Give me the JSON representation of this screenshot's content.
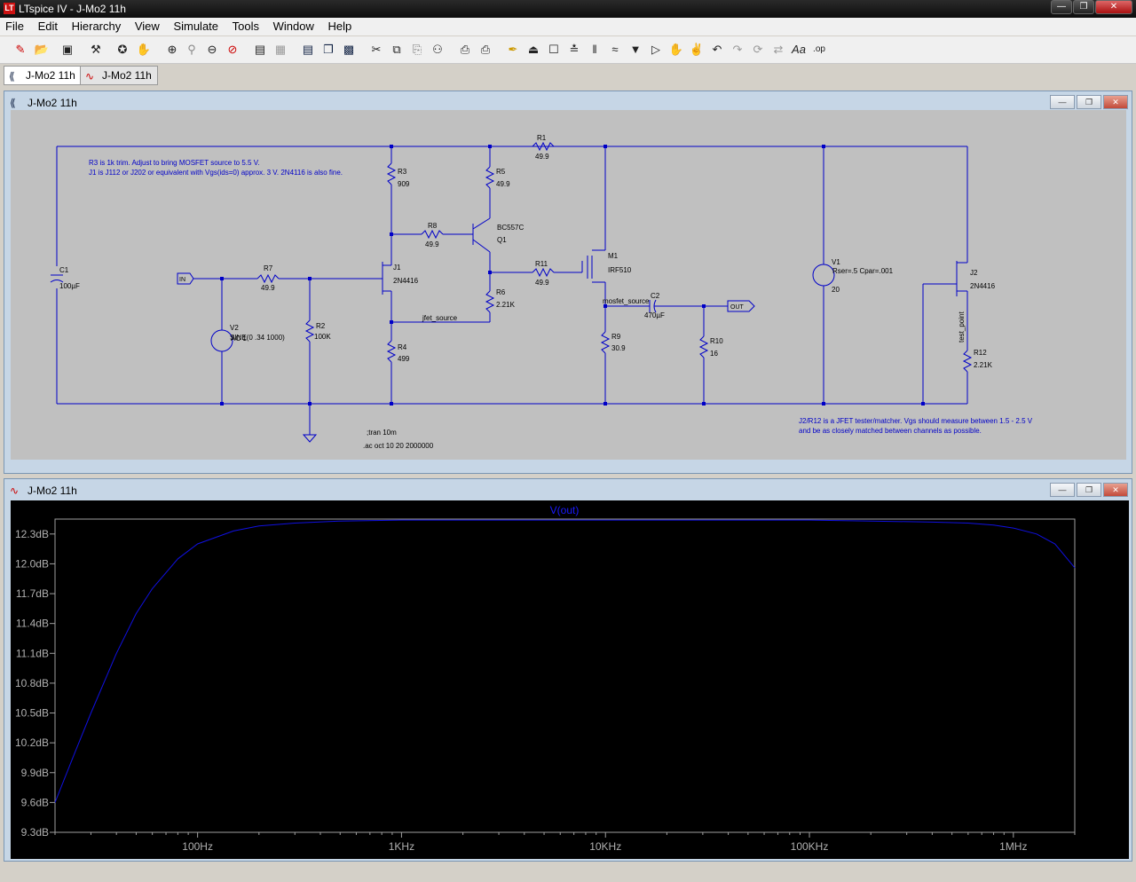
{
  "window": {
    "title": "LTspice IV - J-Mo2 11h",
    "app_icon": "LT"
  },
  "menu": [
    "File",
    "Edit",
    "Hierarchy",
    "View",
    "Simulate",
    "Tools",
    "Window",
    "Help"
  ],
  "toolbar_icons": [
    "new-schematic-icon",
    "open-icon",
    "save-icon",
    "control-panel-icon",
    "run-icon",
    "halt-icon",
    "zoom-in-icon",
    "zoom-full-icon",
    "zoom-out-icon",
    "autoscale-icon",
    "tile-horizontal-icon",
    "cascade-icon",
    "tile-vertical-icon",
    "cut-icon",
    "copy-icon",
    "paste-icon",
    "find-icon",
    "print-setup-icon",
    "print-icon",
    "wire-icon",
    "ground-icon",
    "label-icon",
    "resistor-icon",
    "capacitor-icon",
    "inductor-icon",
    "diode-icon",
    "component-icon",
    "move-icon",
    "drag-icon",
    "undo-icon",
    "redo-icon",
    "rotate-icon",
    "mirror-icon",
    "text-icon",
    "spice-directive-icon"
  ],
  "tabs": [
    {
      "label": "J-Mo2 11h",
      "icon": "schematic-icon",
      "active": true
    },
    {
      "label": "J-Mo2 11h",
      "icon": "waveform-icon",
      "active": false
    }
  ],
  "schematic_window": {
    "title": "J-Mo2 11h"
  },
  "plot_window": {
    "title": "J-Mo2 11h"
  },
  "schematic": {
    "notes": [
      "R3 is 1k trim. Adjust to bring MOSFET source to 5.5 V.",
      "J1 is J112 or J202 or equivalent with Vgs(ids=0) approx. 3 V. 2N4116 is also fine.",
      "J2/R12 is a JFET tester/matcher. Vgs should measure between 1.5 - 2.5 V",
      "and be as closely matched between channels as possible."
    ],
    "directives": [
      ";tran 10m",
      ".ac oct 10 20 2000000"
    ],
    "components": {
      "R1": {
        "ref": "R1",
        "value": "49.9"
      },
      "R2": {
        "ref": "R2",
        "value": "100K"
      },
      "R3": {
        "ref": "R3",
        "value": "909"
      },
      "R4": {
        "ref": "R4",
        "value": "499"
      },
      "R5": {
        "ref": "R5",
        "value": "49.9"
      },
      "R6": {
        "ref": "R6",
        "value": "2.21K"
      },
      "R7": {
        "ref": "R7",
        "value": "49.9"
      },
      "R8": {
        "ref": "R8",
        "value": "49.9"
      },
      "R9": {
        "ref": "R9",
        "value": "30.9"
      },
      "R10": {
        "ref": "R10",
        "value": "16"
      },
      "R11": {
        "ref": "R11",
        "value": "49.9"
      },
      "R12": {
        "ref": "R12",
        "value": "2.21K"
      },
      "C1": {
        "ref": "C1",
        "value": "100µF"
      },
      "C2": {
        "ref": "C2",
        "value": "470µF"
      },
      "J1": {
        "ref": "J1",
        "value": "2N4416"
      },
      "J2": {
        "ref": "J2",
        "value": "2N4416"
      },
      "Q1": {
        "ref": "Q1",
        "value": "BC557C"
      },
      "M1": {
        "ref": "M1",
        "value": "IRF510"
      },
      "V1": {
        "ref": "V1",
        "value": "20",
        "extra": "Rser=.5 Cpar=.001"
      },
      "V2": {
        "ref": "V2",
        "value": "SINE(0 .34 1000)",
        "extra": "AC 1"
      }
    },
    "net_labels": {
      "in": "IN",
      "out": "OUT",
      "jfet_source": "jfet_source",
      "mosfet_source": "mosfet_source",
      "test_point": "test_point"
    }
  },
  "plot": {
    "trace_label": "V(out)",
    "trace_color": "#1010e0",
    "y_ticks": [
      "12.3dB",
      "12.0dB",
      "11.7dB",
      "11.4dB",
      "11.1dB",
      "10.8dB",
      "10.5dB",
      "10.2dB",
      "9.9dB",
      "9.6dB",
      "9.3dB"
    ],
    "x_ticks": [
      "100Hz",
      "1KHz",
      "10KHz",
      "100KHz",
      "1MHz"
    ]
  },
  "chart_data": {
    "type": "line",
    "title": "V(out)",
    "xlabel": "",
    "ylabel": "",
    "x_scale": "log",
    "xlim": [
      20,
      2000000
    ],
    "ylim": [
      9.3,
      12.5
    ],
    "grid": false,
    "series": [
      {
        "name": "V(out)",
        "x": [
          20,
          25,
          30,
          40,
          50,
          60,
          80,
          100,
          150,
          200,
          300,
          500,
          1000,
          2000,
          5000,
          10000,
          20000,
          50000,
          100000,
          200000,
          400000,
          600000,
          800000,
          1000000,
          1300000,
          1600000,
          2000000
        ],
        "values": [
          9.6,
          10.1,
          10.5,
          11.1,
          11.5,
          11.75,
          12.05,
          12.2,
          12.33,
          12.38,
          12.41,
          12.43,
          12.44,
          12.44,
          12.44,
          12.44,
          12.44,
          12.44,
          12.44,
          12.43,
          12.42,
          12.41,
          12.39,
          12.36,
          12.3,
          12.2,
          11.96
        ]
      }
    ]
  }
}
